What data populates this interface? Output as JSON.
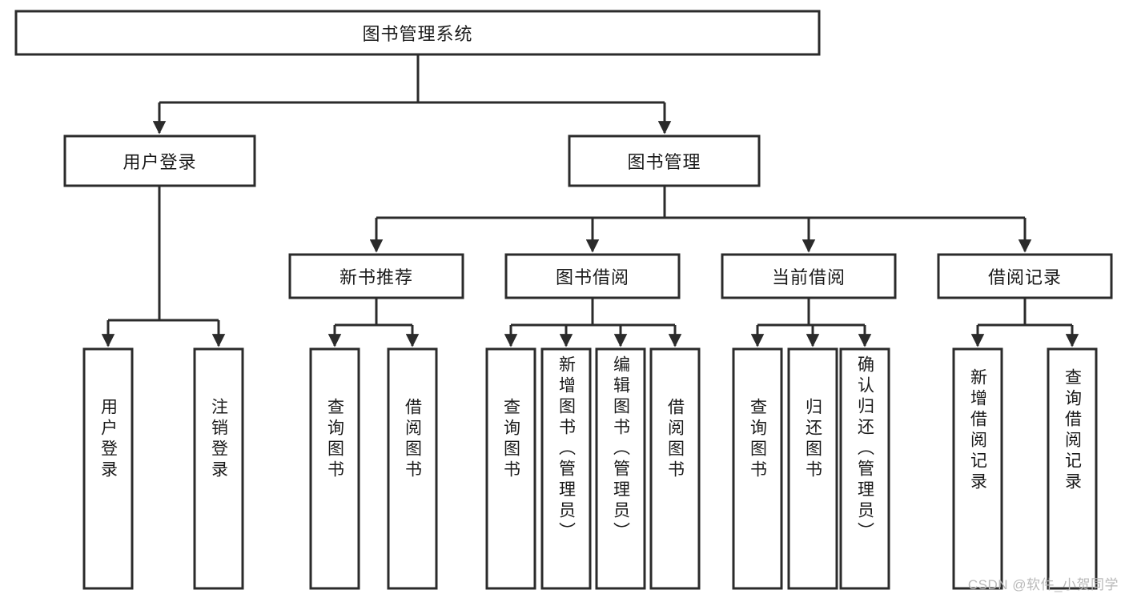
{
  "diagram": {
    "title": "图书管理系统",
    "type": "tree-hierarchy",
    "watermark": "CSDN @软件_小贺同学",
    "colors": {
      "stroke": "#2b2b2b",
      "fill": "#ffffff",
      "text": "#1a1a1a",
      "watermark": "#b9b9b9"
    },
    "root": {
      "label": "图书管理系统",
      "orientation": "horizontal"
    },
    "level2": [
      {
        "label": "用户登录",
        "orientation": "horizontal"
      },
      {
        "label": "图书管理",
        "orientation": "horizontal"
      }
    ],
    "level3": [
      {
        "label": "新书推荐",
        "orientation": "horizontal"
      },
      {
        "label": "图书借阅",
        "orientation": "horizontal"
      },
      {
        "label": "当前借阅",
        "orientation": "horizontal"
      },
      {
        "label": "借阅记录",
        "orientation": "horizontal"
      }
    ],
    "leaves": {
      "user_login": [
        {
          "label": "用户登录",
          "orientation": "vertical"
        },
        {
          "label": "注销登录",
          "orientation": "vertical"
        }
      ],
      "new_book_recommend": [
        {
          "label": "查询图书",
          "orientation": "vertical"
        },
        {
          "label": "借阅图书",
          "orientation": "vertical"
        }
      ],
      "book_borrow": [
        {
          "label": "查询图书",
          "orientation": "vertical"
        },
        {
          "label": "新增图书（管理员）",
          "orientation": "vertical"
        },
        {
          "label": "编辑图书（管理员）",
          "orientation": "vertical"
        },
        {
          "label": "借阅图书",
          "orientation": "vertical"
        }
      ],
      "current_borrow": [
        {
          "label": "查询图书",
          "orientation": "vertical"
        },
        {
          "label": "归还图书",
          "orientation": "vertical"
        },
        {
          "label": "确认归还（管理员）",
          "orientation": "vertical"
        }
      ],
      "borrow_record": [
        {
          "label": "新增借阅记录",
          "orientation": "vertical"
        },
        {
          "label": "查询借阅记录",
          "orientation": "vertical"
        }
      ]
    }
  }
}
